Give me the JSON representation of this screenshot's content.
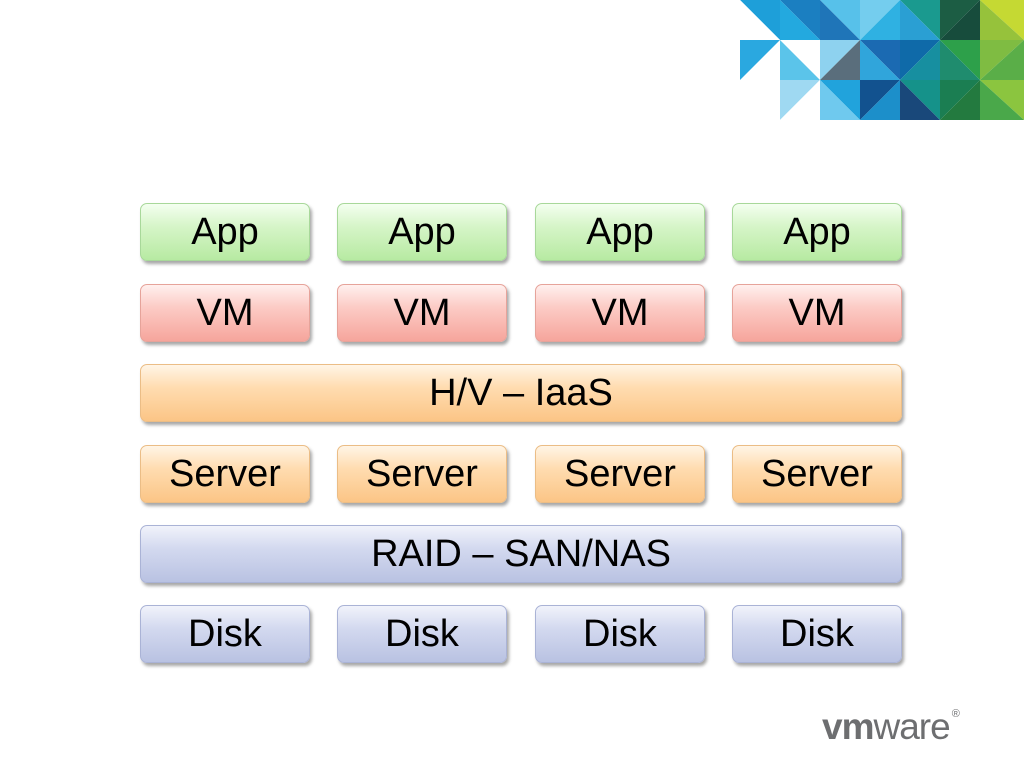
{
  "layers": {
    "apps": [
      "App",
      "App",
      "App",
      "App"
    ],
    "vms": [
      "VM",
      "VM",
      "VM",
      "VM"
    ],
    "hypervisor": "H/V – IaaS",
    "servers": [
      "Server",
      "Server",
      "Server",
      "Server"
    ],
    "storage": "RAID – SAN/NAS",
    "disks": [
      "Disk",
      "Disk",
      "Disk",
      "Disk"
    ]
  },
  "logo": {
    "vm": "vm",
    "ware": "ware",
    "registered": "®"
  },
  "colors": {
    "app": "#c9f0b8",
    "vm": "#f9b9b1",
    "hypervisor": "#fdd09e",
    "server": "#fdd09e",
    "storage": "#c9d0ea",
    "disk": "#c9d0ea",
    "logo": "#6d6e70"
  }
}
